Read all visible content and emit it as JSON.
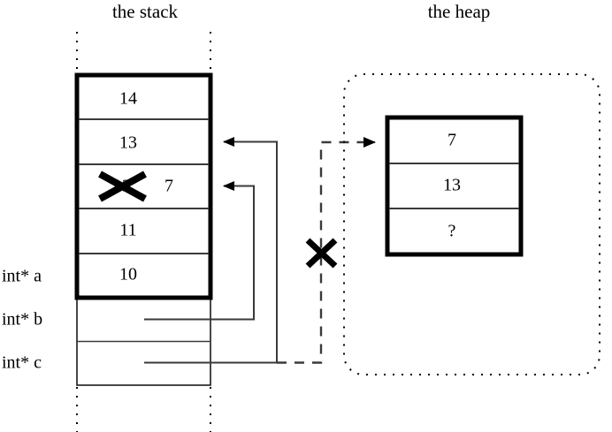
{
  "diagram": {
    "title_stack": "the stack",
    "title_heap": "the heap"
  },
  "stack": {
    "label": "the stack",
    "allocated_cells": [
      {
        "value": "14"
      },
      {
        "value": "13"
      },
      {
        "value": "12",
        "struck_out": true,
        "replacement": "7"
      },
      {
        "value": "11"
      },
      {
        "value": "10"
      }
    ],
    "struck_value": "12",
    "new_value": "7",
    "pointer_cells": [
      {
        "name": "int* b"
      },
      {
        "name": "int* c"
      }
    ],
    "side_labels": [
      {
        "text": "int* a"
      },
      {
        "text": "int* b"
      },
      {
        "text": "int* c"
      }
    ]
  },
  "heap": {
    "label": "the heap",
    "cells": [
      {
        "value": "7"
      },
      {
        "value": "13"
      },
      {
        "value": "?"
      }
    ]
  },
  "annotations": {
    "invalid_pointer_mark": "X",
    "struck_value_mark": "X"
  },
  "colors": {
    "background": "#ffffff",
    "ink": "#000000",
    "line": "#3a3a3a"
  }
}
